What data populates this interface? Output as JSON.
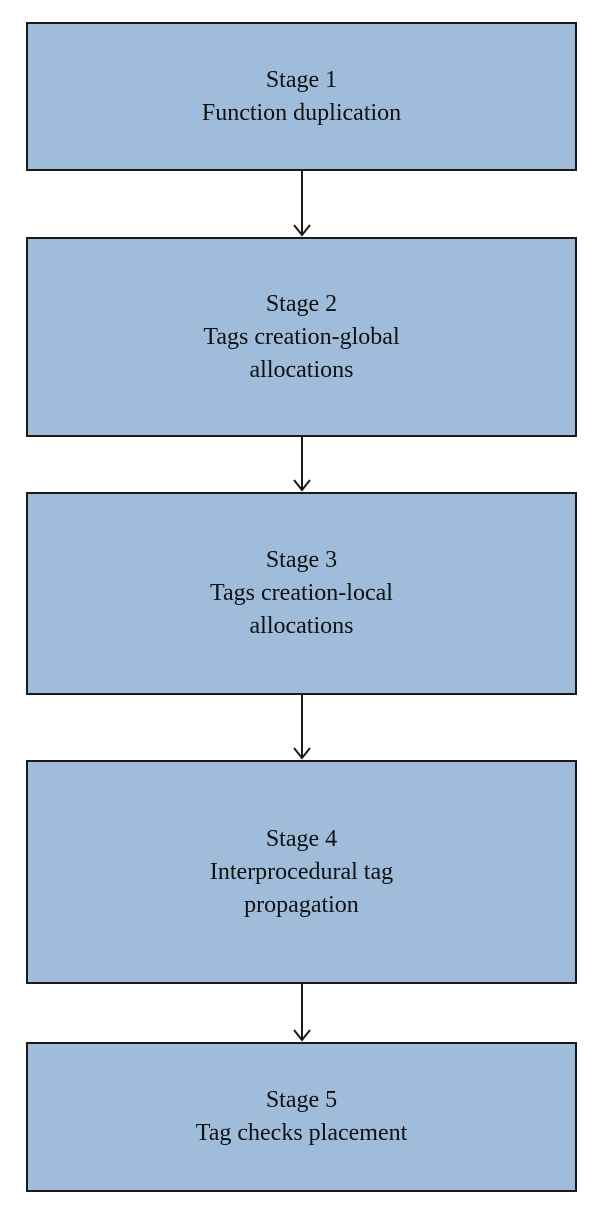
{
  "diagram": {
    "stages": [
      {
        "title": "Stage 1",
        "description": "Function duplication"
      },
      {
        "title": "Stage 2",
        "description": "Tags creation-global allocations"
      },
      {
        "title": "Stage 3",
        "description": "Tags creation-local allocations"
      },
      {
        "title": "Stage 4",
        "description": "Interprocedural tag propagation"
      },
      {
        "title": "Stage 5",
        "description": "Tag checks placement"
      }
    ],
    "colors": {
      "box_fill": "#9fbcdb",
      "box_border": "#1a1a1a",
      "arrow": "#1a1a1a",
      "text": "#111111"
    }
  }
}
